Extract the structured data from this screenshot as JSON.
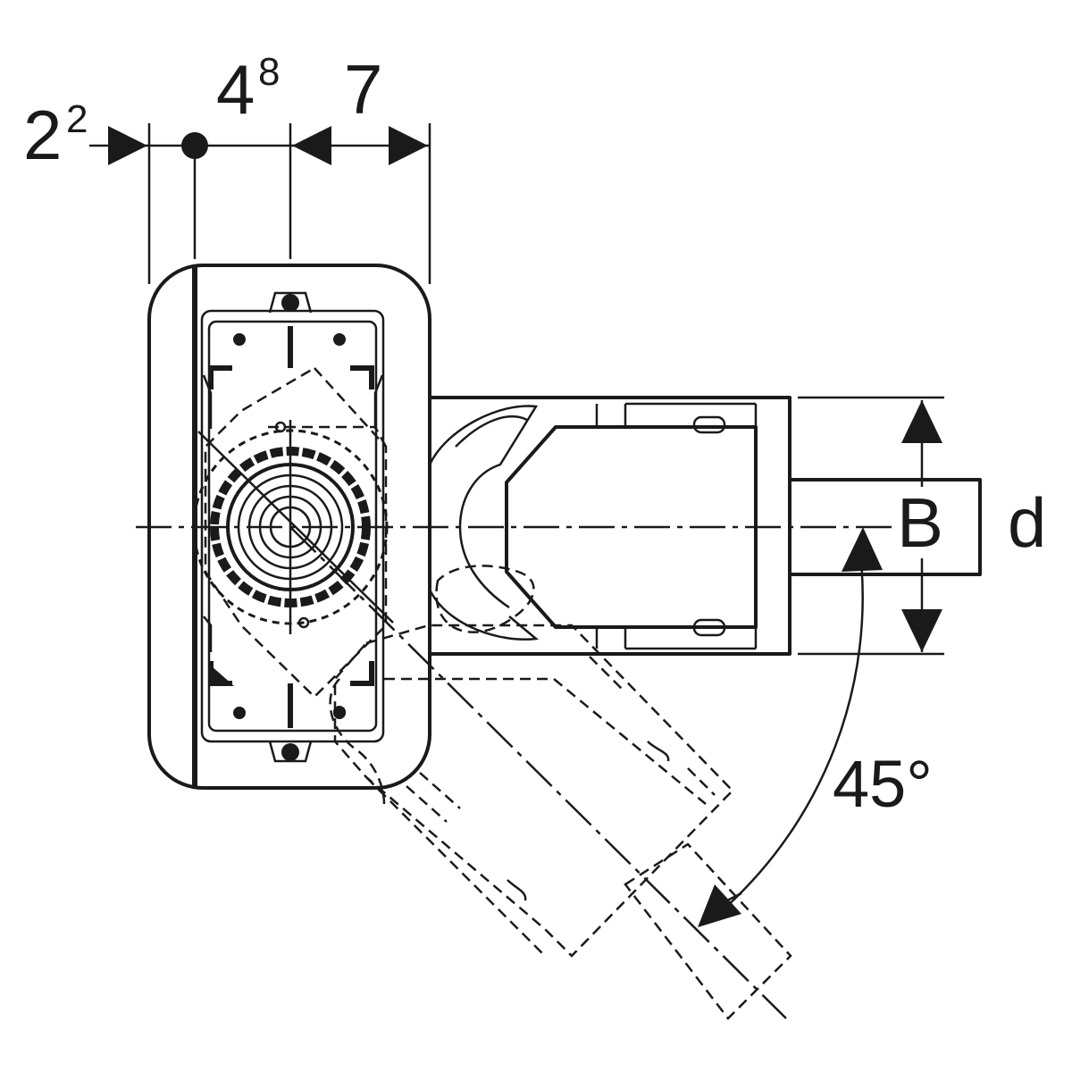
{
  "dimensions": {
    "left_offset": {
      "main": "2",
      "sup": "2"
    },
    "center_offset": {
      "main": "4",
      "sup": "8"
    },
    "depth": {
      "main": "7"
    },
    "height_label": "B",
    "diameter_label": "d",
    "angle_label": "45°"
  }
}
